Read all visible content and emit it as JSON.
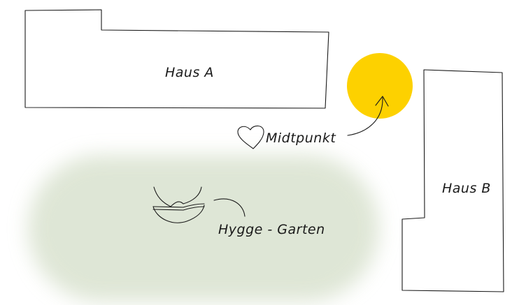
{
  "labels": {
    "haus_a": "Haus A",
    "haus_b": "Haus B",
    "midpoint": "Midtpunkt",
    "garden": "Hygge - Garten"
  },
  "colors": {
    "sun": "#FDD100",
    "garden": "#D9E2CF",
    "ink": "#1a1a1a"
  },
  "icons": {
    "midpoint": "heart-icon",
    "garden": "bowl-icon"
  }
}
